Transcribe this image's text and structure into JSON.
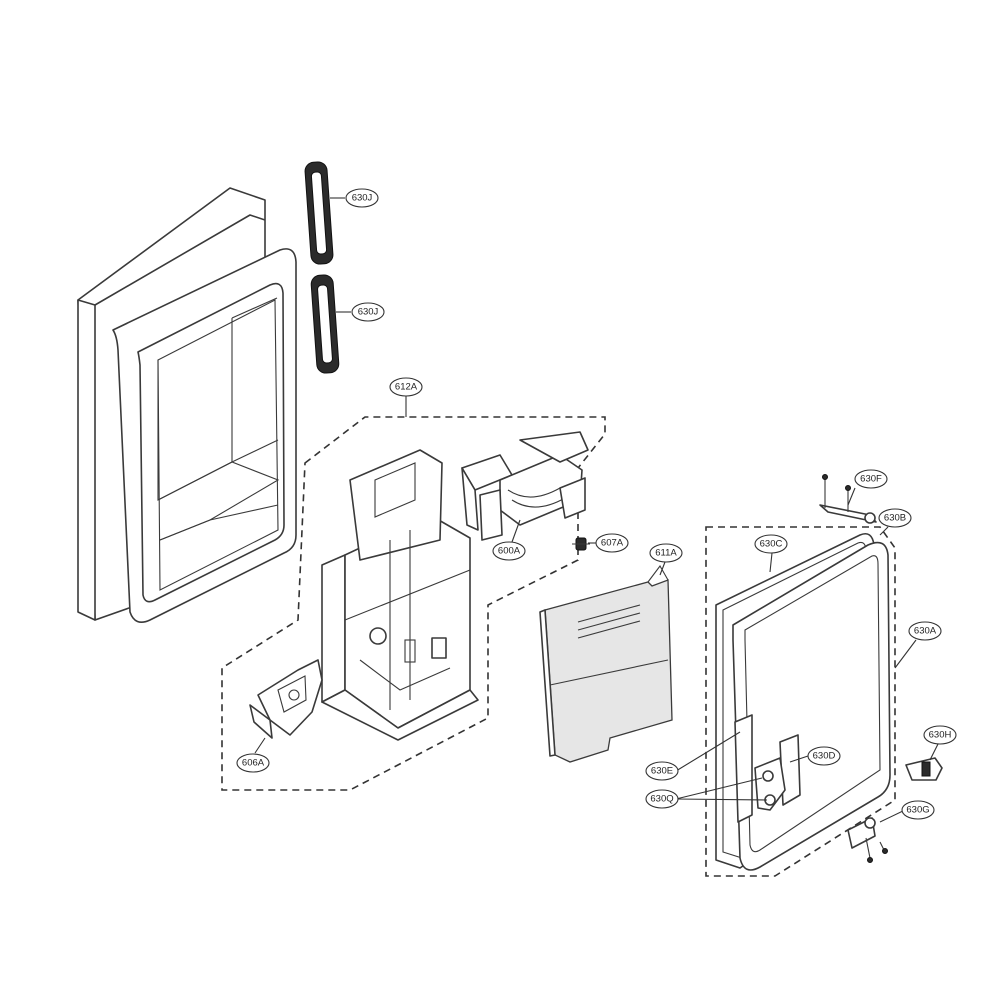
{
  "callouts": {
    "c630J_top": "630J",
    "c630J_bottom": "630J",
    "c612A": "612A",
    "c600A": "600A",
    "c607A": "607A",
    "c611A": "611A",
    "c606A": "606A",
    "c630F": "630F",
    "c630B": "630B",
    "c630C": "630C",
    "c630A": "630A",
    "c630H": "630H",
    "c630D": "630D",
    "c630E": "630E",
    "c630Q": "630Q",
    "c630G": "630G"
  },
  "colors": {
    "line": "#3a3a3a",
    "background": "#ffffff",
    "shade": "#e6e6e6"
  }
}
